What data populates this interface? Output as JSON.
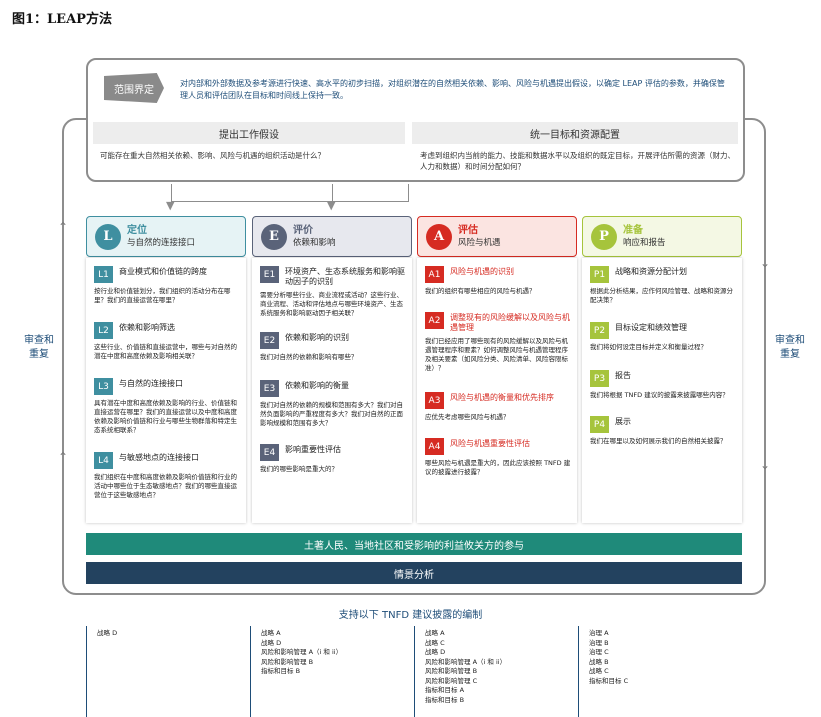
{
  "figure": {
    "title": "图1：LEAP方法"
  },
  "scope": {
    "tag": "范围界定",
    "text": "对内部和外部数据及参考源进行快速、高水平的初步扫描，对组织潜在的自然相关依赖、影响、风险与机遇提出假设，以确定 LEAP 评估的参数，并确保管理人员和评估团队在目标和时间线上保持一致。",
    "hypothesis": {
      "title": "提出工作假设",
      "text": "可能存在重大自然相关依赖、影响、风险与机遇的组织活动是什么？"
    },
    "align": {
      "title": "统一目标和资源配置",
      "text": "考虑到组织内当前的能力、技能和数据水平以及组织的既定目标，开展评估所需的资源（财力、人力和数据）和时间分配如何？"
    }
  },
  "side_label": {
    "left": "审查和重复",
    "right": "审查和重复"
  },
  "colors": {
    "locate": "#3f8fa0",
    "locate_bg": "#e6f3f5",
    "evaluate": "#5a6379",
    "evaluate_bg": "#e7e8ee",
    "assess": "#d62b22",
    "assess_bg": "#fbe4e1",
    "prepare": "#a6c43c",
    "prepare_bg": "#f4f8e4",
    "engage": "#1f8a7a",
    "scenario": "#23425f"
  },
  "phases": [
    {
      "key": "locate",
      "icon": "L",
      "name": "定位",
      "sub": "与自然的连接接口",
      "steps": [
        {
          "code": "L1",
          "title": "商业模式和价值链的跨度",
          "desc": "按行业和价值链划分，我们组织的活动分布在哪里？我们的直接运营在哪里？"
        },
        {
          "code": "L2",
          "title": "依赖和影响筛选",
          "desc": "这些行业、价值链和直接运营中，哪些与对自然的潜在中度和高度依赖及影响相关联？"
        },
        {
          "code": "L3",
          "title": "与自然的连接接口",
          "desc": "具有潜在中度和高度依赖及影响的行业、价值链和直接运营在哪里？我们的直接运营以及中度和高度依赖及影响价值链和行业与哪些生物群落和特定生态系统相联系？"
        },
        {
          "code": "L4",
          "title": "与敏感地点的连接接口",
          "desc": "我们组织在中度和高度依赖及影响价值链和行业的活动中哪些位于生态敏感地点？我们的哪些直接运营位于这些敏感地点？"
        }
      ]
    },
    {
      "key": "evaluate",
      "icon": "E",
      "name": "评价",
      "sub": "依赖和影响",
      "steps": [
        {
          "code": "E1",
          "title": "环境资产、生态系统服务和影响驱动因子的识别",
          "desc": "需要分析哪些行业、商业流程或活动？这些行业、商业流程、活动和评估地点与哪些环境资产、生态系统服务和影响驱动因子相关联？"
        },
        {
          "code": "E2",
          "title": "依赖和影响的识别",
          "desc": "我们对自然的依赖和影响有哪些？"
        },
        {
          "code": "E3",
          "title": "依赖和影响的衡量",
          "desc": "我们对自然的依赖的规模和范围有多大？我们对自然负面影响的严重程度有多大？我们对自然的正面影响规模和范围有多大？"
        },
        {
          "code": "E4",
          "title": "影响重要性评估",
          "desc": "我们的哪些影响是重大的？"
        }
      ]
    },
    {
      "key": "assess",
      "icon": "A",
      "name": "评估",
      "sub": "风险与机遇",
      "steps": [
        {
          "code": "A1",
          "title": "风险与机遇的识别",
          "desc": "我们的组织有哪些相应的风险与机遇？"
        },
        {
          "code": "A2",
          "title": "调整现有的风险缓解以及风险与机遇管理",
          "desc": "我们已经应用了哪些现有的风险缓解以及风险与机遇管理程序和要素？如何调整风险与机遇管理程序及相关要素（如风险分类、风险清单、风险容限标准）？"
        },
        {
          "code": "A3",
          "title": "风险与机遇的衡量和优先排序",
          "desc": "应优先考虑哪些风险与机遇？"
        },
        {
          "code": "A4",
          "title": "风险与机遇重要性评估",
          "desc": "哪些风险与机遇是重大的，因此应该按照 TNFD 建议的披露进行披露？"
        }
      ]
    },
    {
      "key": "prepare",
      "icon": "P",
      "name": "准备",
      "sub": "响应和报告",
      "steps": [
        {
          "code": "P1",
          "title": "战略和资源分配计划",
          "desc": "根据此分析结果，应作何风险管理、战略和资源分配决策？"
        },
        {
          "code": "P2",
          "title": "目标设定和绩效管理",
          "desc": "我们将如何设定目标并定义和衡量过程？"
        },
        {
          "code": "P3",
          "title": "报告",
          "desc": "我们将根据 TNFD 建议的披露来披露哪些内容？"
        },
        {
          "code": "P4",
          "title": "展示",
          "desc": "我们在哪里以及如何展示我们的自然相关披露？"
        }
      ]
    }
  ],
  "bars": {
    "engagement": "土著人民、当地社区和受影响的利益攸关方的参与",
    "scenario": "情景分析"
  },
  "support": {
    "title": "支持以下 TNFD 建议披露的编制",
    "columns": [
      [
        "战略 D"
      ],
      [
        "战略 A",
        "战略 D",
        "风险和影响管理 A（i 和 ii）",
        "风险和影响管理 B",
        "指标和目标 B"
      ],
      [
        "战略 A",
        "战略 C",
        "战略 D",
        "风险和影响管理 A（i 和 ii）",
        "风险和影响管理 B",
        "风险和影响管理 C",
        "指标和目标 A",
        "指标和目标 B"
      ],
      [
        "治理 A",
        "治理 B",
        "治理 C",
        "战略 B",
        "战略 C",
        "指标和目标 C"
      ]
    ]
  }
}
